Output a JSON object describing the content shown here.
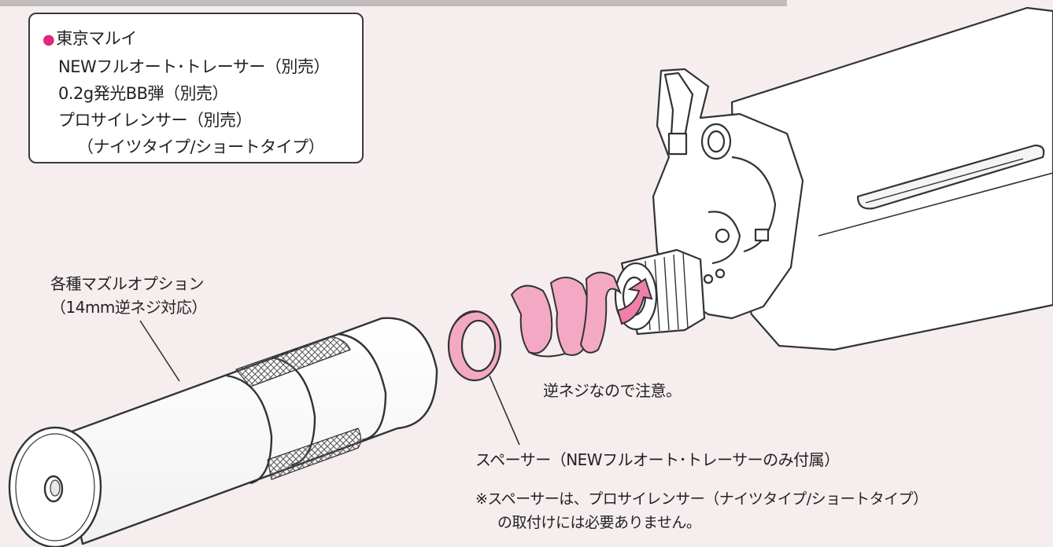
{
  "info_box": {
    "brand": "東京マルイ",
    "lines": [
      "NEWフルオート･トレーサー（別売）",
      "0.2g発光BB弾（別売）",
      "プロサイレンサー（別売）",
      "（ナイツタイプ/ショートタイプ）"
    ]
  },
  "labels": {
    "muzzle_option_line1": "各種マズルオプション",
    "muzzle_option_line2": "（14mm逆ネジ対応）",
    "reverse_thread_note": "逆ネジなので注意。",
    "spacer": "スペーサー（NEWフルオート･トレーサーのみ付属）",
    "spacer_note_line1": "※スペーサーは、プロサイレンサー（ナイツタイプ/ショートタイプ）",
    "spacer_note_line2": "の取付けには必要ありません。"
  },
  "colors": {
    "background": "#f6eeee",
    "accent_pink": "#e0287c",
    "spacer_pink": "#f3a9c4",
    "arrow_pink": "#f07fab",
    "line": "#333333"
  },
  "icons": [
    "rotation-arrow-icon"
  ]
}
